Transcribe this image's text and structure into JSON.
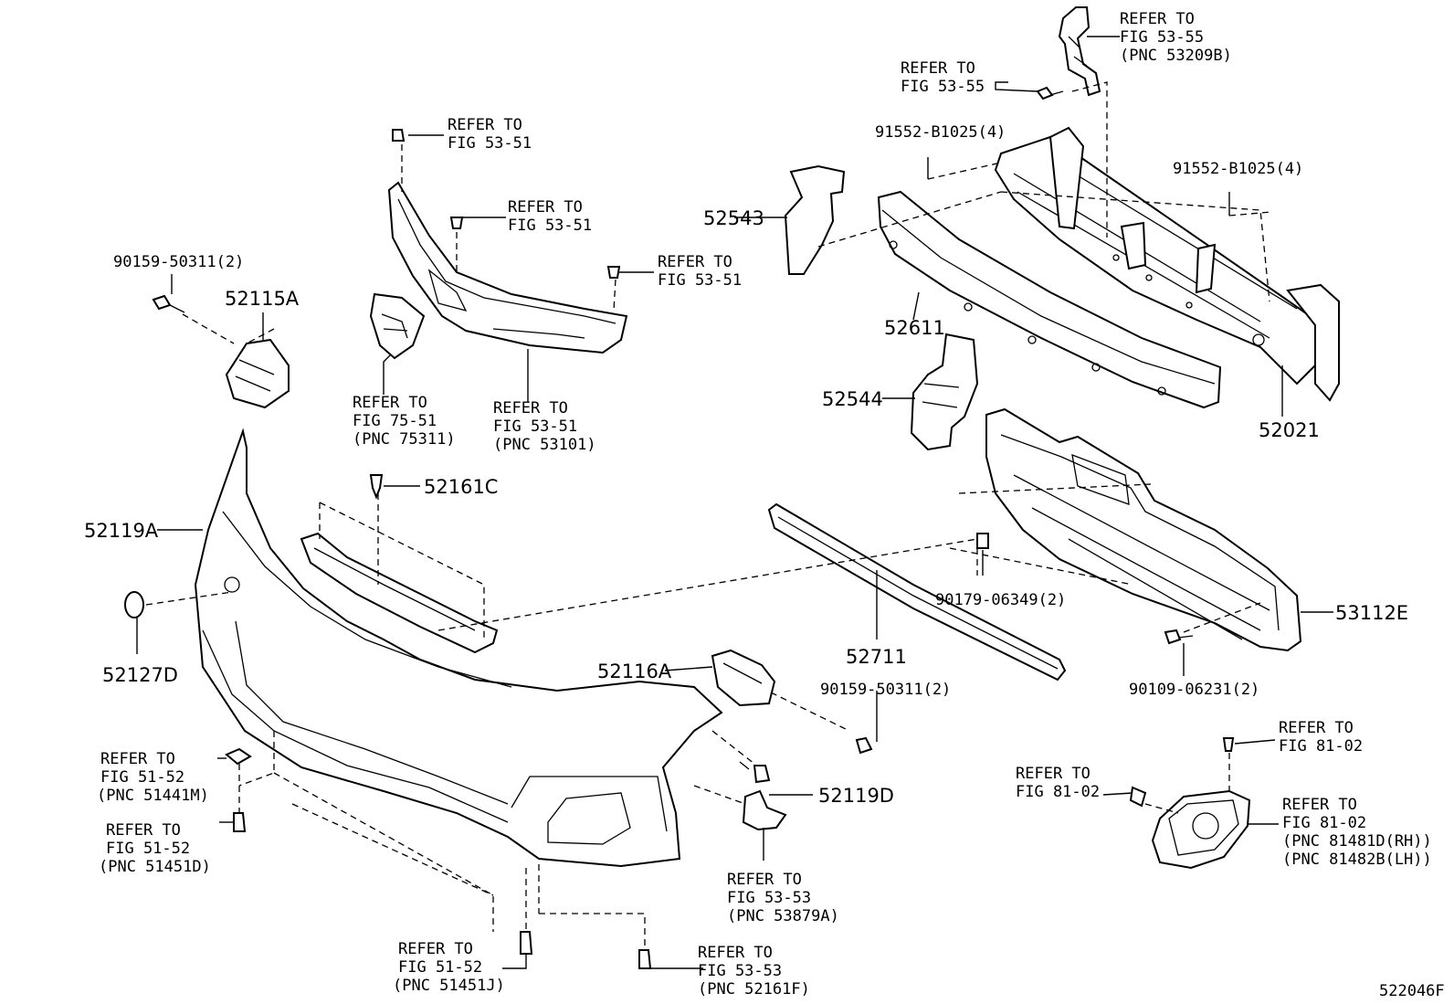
{
  "labels": {
    "r1": [
      "REFER TO",
      "FIG 53-55",
      "(PNC 53209B)"
    ],
    "r2": [
      "REFER TO",
      "FIG 53-55"
    ],
    "r3": [
      "REFER TO",
      "FIG 53-51"
    ],
    "r4": [
      "REFER TO",
      "FIG 53-51"
    ],
    "r5": [
      "REFER TO",
      "FIG 53-51"
    ],
    "r6": [
      "REFER TO",
      "FIG 75-51",
      "(PNC 75311)"
    ],
    "r7": [
      "REFER TO",
      "FIG 53-51",
      "(PNC 53101)"
    ],
    "r8": [
      "REFER TO",
      "FIG 81-02"
    ],
    "r9": [
      "REFER TO",
      "FIG 81-02"
    ],
    "r10": [
      "REFER TO",
      "FIG 81-02",
      "(PNC 81481D(RH))",
      "(PNC 81482B(LH))"
    ],
    "r11": [
      "REFER TO",
      "FIG 51-52",
      "(PNC 51441M)"
    ],
    "r12": [
      "REFER TO",
      "FIG 51-52",
      "(PNC 51451D)"
    ],
    "r13": [
      "REFER TO",
      "FIG 53-53",
      "(PNC 53879A)"
    ],
    "r14": [
      "REFER TO",
      "FIG 51-52",
      "(PNC 51451J)"
    ],
    "r15": [
      "REFER TO",
      "FIG 53-53",
      "(PNC 52161F)"
    ],
    "p_91552a": "91552-B1025(4)",
    "p_91552b": "91552-B1025(4)",
    "p_90159a": "90159-50311(2)",
    "p_90159b": "90159-50311(2)",
    "p_90179": "90179-06349(2)",
    "p_90109": "90109-06231(2)",
    "p_52543": "52543",
    "p_52611": "52611",
    "p_52544": "52544",
    "p_52021": "52021",
    "p_52115A": "52115A",
    "p_52161C": "52161C",
    "p_52119A": "52119A",
    "p_52127D": "52127D",
    "p_52116A": "52116A",
    "p_52119D": "52119D",
    "p_52711": "52711",
    "p_53112E": "53112E",
    "figure_id": "522046F"
  }
}
